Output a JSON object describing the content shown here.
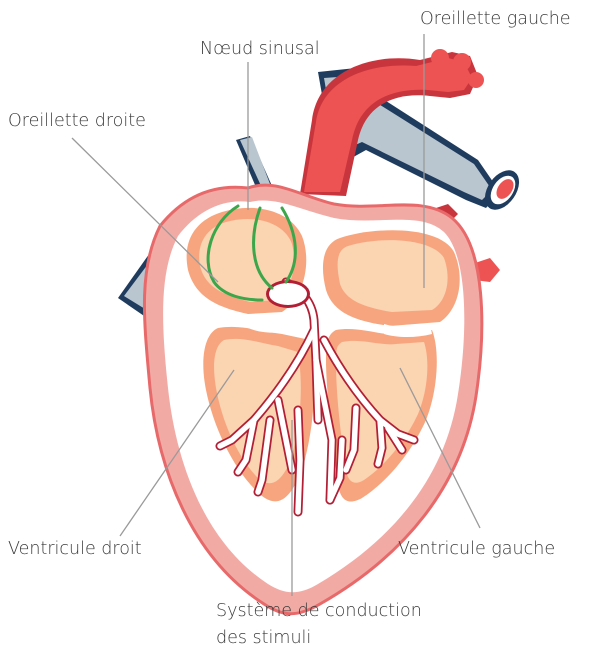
{
  "diagram": {
    "labels": {
      "sinoatrial_node": "Nœud sinusal",
      "left_atrium": "Oreillette gauche",
      "right_atrium": "Oreillette droite",
      "right_ventricle": "Ventricule droit",
      "left_ventricle": "Ventricule gauche",
      "conduction_line1": "Système de conduction",
      "conduction_line2": "des stimuli"
    }
  },
  "colors": {
    "outer_wall": "#f2aaa5",
    "outer_wall_edge": "#e8696a",
    "cavity_bg": "#ffffff",
    "chamber_outer": "#f7a57e",
    "chamber_inner": "#fbd4b2",
    "aorta": "#ee5353",
    "aorta_shadow": "#c8353d",
    "vessel_blue": "#b9c6cf",
    "vessel_navy": "#1f3c5e",
    "node_green": "#3ba64a",
    "conduction": "#b21f35",
    "leader_line": "#9a9a9a",
    "label_text": "#3a3a3a"
  }
}
